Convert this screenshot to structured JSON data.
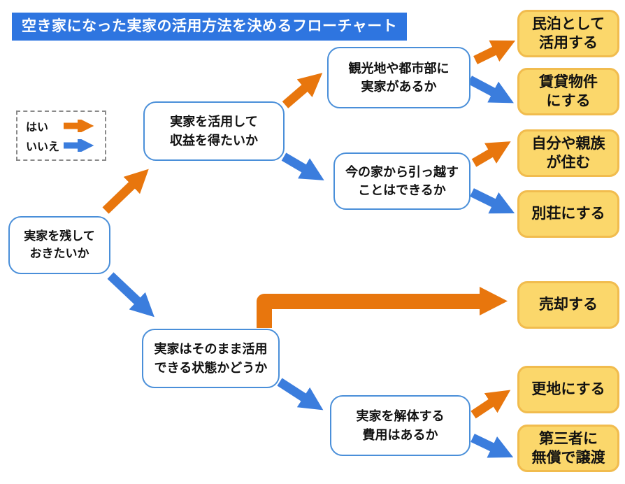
{
  "title": "空き家になった実家の活用方法を決めるフローチャート",
  "legend": {
    "yes_label": "はい",
    "no_label": "いいえ"
  },
  "colors": {
    "title_bg": "#2E75E0",
    "title_text": "#FFFFFF",
    "yes_arrow_orange": "#E8760D",
    "no_arrow_blue": "#3B7DDD",
    "decision_border": "#4A8FD9",
    "decision_bg": "#FFFFFF",
    "outcome_bg": "#FBD76B",
    "outcome_border": "#F1BC4E",
    "text": "#111111"
  },
  "decisions": [
    {
      "id": "keep",
      "label": "実家を残して\nおきたいか"
    },
    {
      "id": "profit",
      "label": "実家を活用して\n収益を得たいか"
    },
    {
      "id": "location",
      "label": "観光地や都市部に\n実家があるか"
    },
    {
      "id": "move",
      "label": "今の家から引っ越す\nことはできるか"
    },
    {
      "id": "usable",
      "label": "実家はそのまま活用\nできる状態かどうか"
    },
    {
      "id": "demolish",
      "label": "実家を解体する\n費用はあるか"
    }
  ],
  "outcomes": [
    {
      "id": "minpaku",
      "label": "民泊として\n活用する"
    },
    {
      "id": "rental",
      "label": "賃貸物件\nにする"
    },
    {
      "id": "live",
      "label": "自分や親族\nが住む"
    },
    {
      "id": "villa",
      "label": "別荘にする"
    },
    {
      "id": "sell",
      "label": "売却する"
    },
    {
      "id": "lot",
      "label": "更地にする"
    },
    {
      "id": "donate",
      "label": "第三者に\n無償で譲渡"
    }
  ],
  "edges": [
    {
      "from": "keep",
      "answer": "はい",
      "to": "profit"
    },
    {
      "from": "keep",
      "answer": "いいえ",
      "to": "usable"
    },
    {
      "from": "profit",
      "answer": "はい",
      "to": "location"
    },
    {
      "from": "profit",
      "answer": "いいえ",
      "to": "move"
    },
    {
      "from": "location",
      "answer": "はい",
      "to": "minpaku"
    },
    {
      "from": "location",
      "answer": "いいえ",
      "to": "rental"
    },
    {
      "from": "move",
      "answer": "はい",
      "to": "live"
    },
    {
      "from": "move",
      "answer": "いいえ",
      "to": "villa"
    },
    {
      "from": "usable",
      "answer": "はい",
      "to": "sell"
    },
    {
      "from": "usable",
      "answer": "いいえ",
      "to": "demolish"
    },
    {
      "from": "demolish",
      "answer": "はい",
      "to": "lot"
    },
    {
      "from": "demolish",
      "answer": "いいえ",
      "to": "donate"
    }
  ]
}
